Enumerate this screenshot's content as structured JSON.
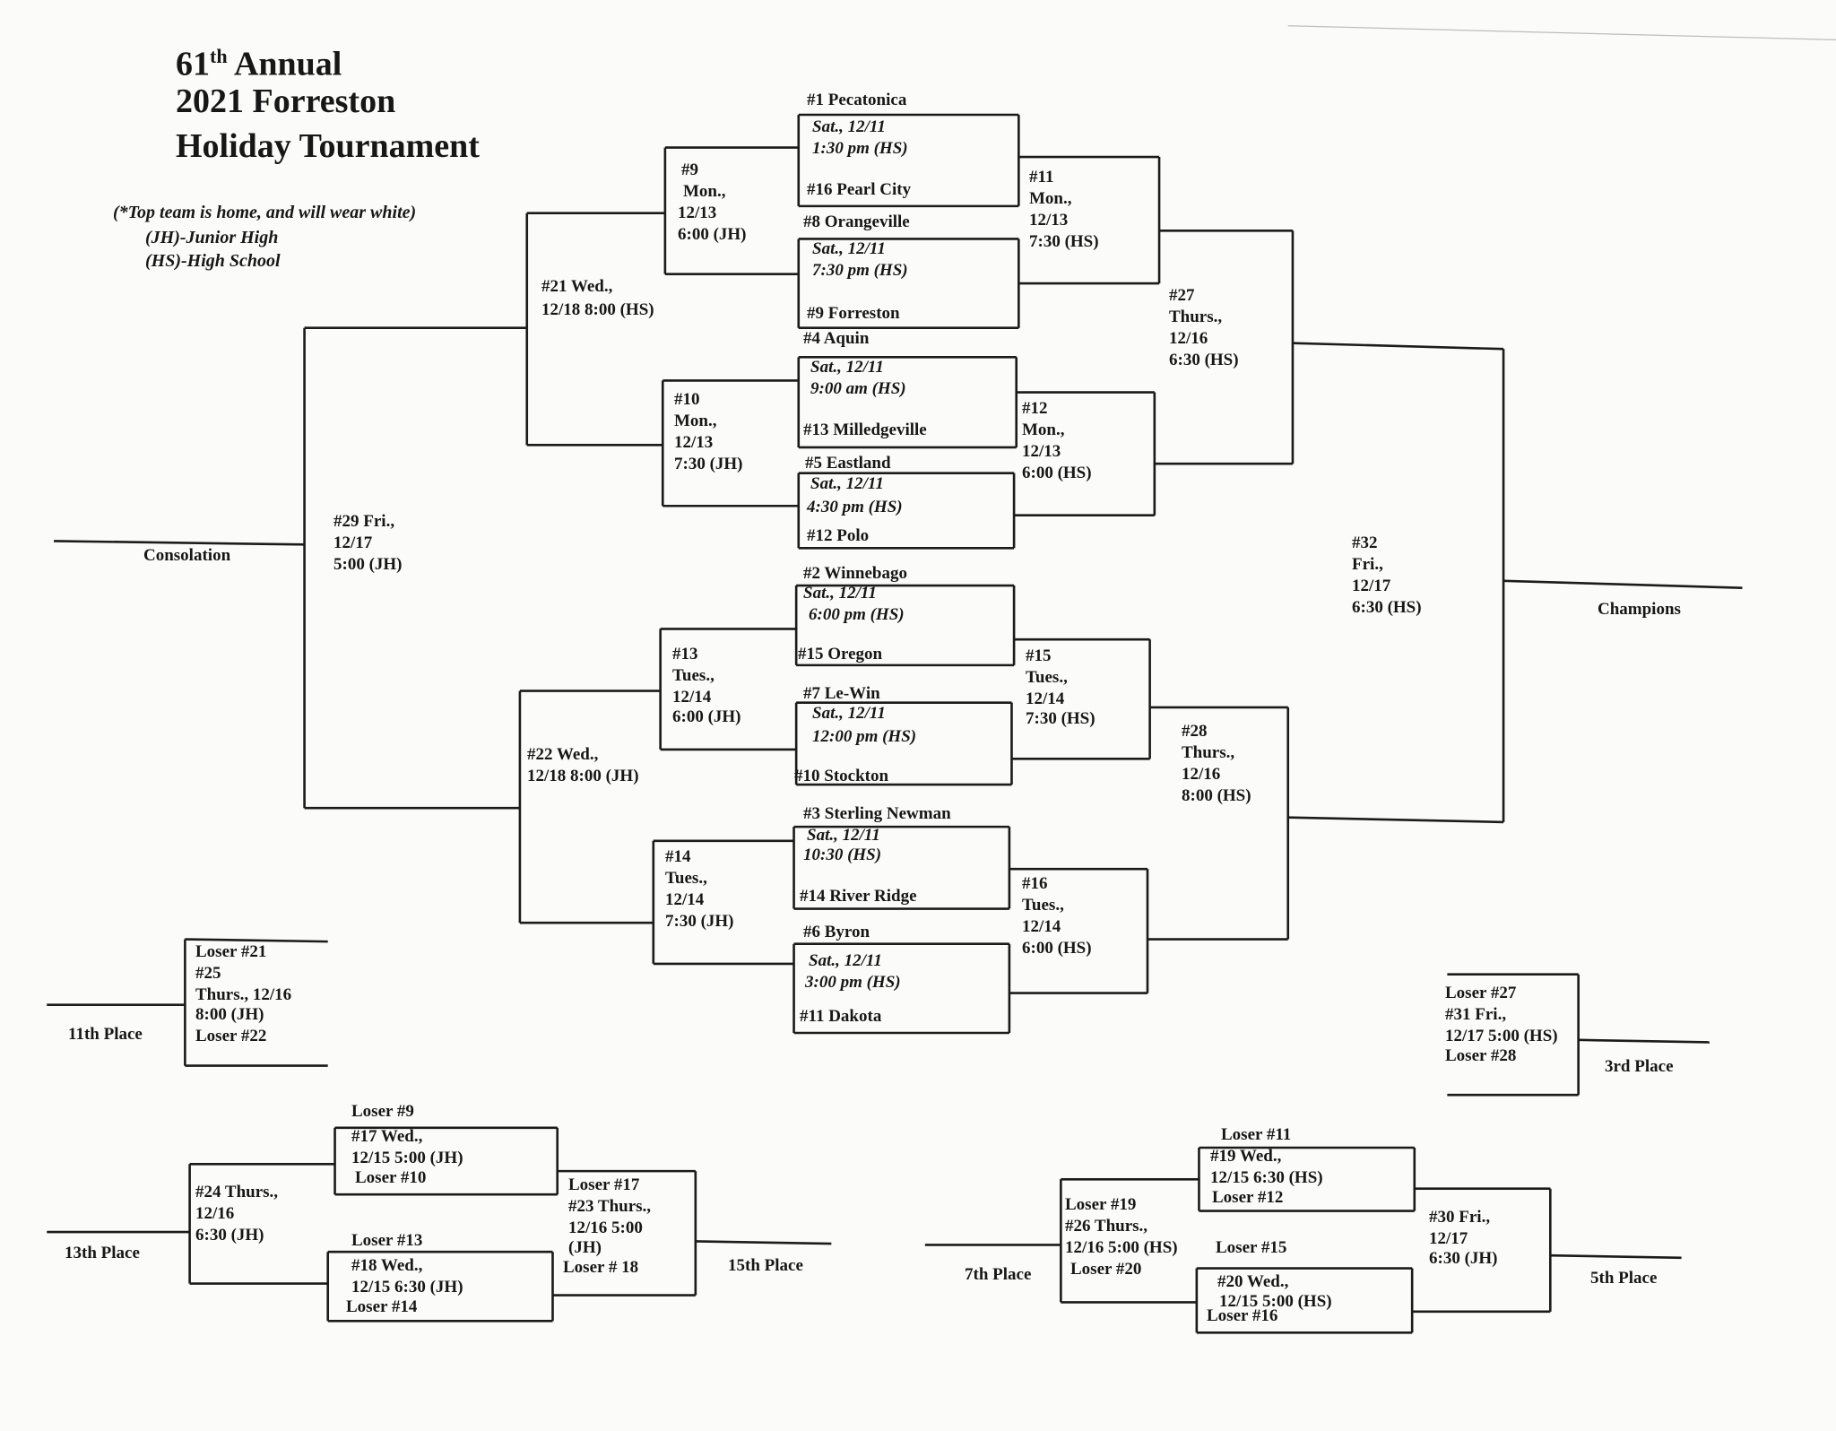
{
  "header": {
    "title_line1": "61",
    "title_sup": "th",
    "title_line1_rest": " Annual",
    "title_line2": "2021 Forreston",
    "title_line3": "Holiday Tournament",
    "note_line1": "(*Top team is home, and will wear white)",
    "note_line2": "(JH)-Junior High",
    "note_line3": "(HS)-High School"
  },
  "round1": [
    {
      "top": "#1 Pecatonica",
      "date": "Sat., 12/11",
      "time": "1:30 pm (HS)",
      "bottom": "#16 Pearl City"
    },
    {
      "top": "#8 Orangeville",
      "date": "Sat., 12/11",
      "time": "7:30 pm (HS)",
      "bottom": "#9 Forreston"
    },
    {
      "top": "#4 Aquin",
      "date": "Sat., 12/11",
      "time": "9:00 am (HS)",
      "bottom": "#13 Milledgeville"
    },
    {
      "top": "#5 Eastland",
      "date": "Sat., 12/11",
      "time": "4:30 pm (HS)",
      "bottom": "#12 Polo"
    },
    {
      "top": "#2 Winnebago",
      "date": "Sat., 12/11",
      "time": "6:00 pm (HS)",
      "bottom": "#15 Oregon"
    },
    {
      "top": "#7 Le-Win",
      "date": "Sat., 12/11",
      "time": "12:00 pm (HS)",
      "bottom": "#10 Stockton"
    },
    {
      "top": "#3 Sterling Newman",
      "date": "Sat., 12/11",
      "time": "10:30 (HS)",
      "bottom": "#14 River Ridge"
    },
    {
      "top": "#6 Byron",
      "date": "Sat., 12/11",
      "time": "3:00 pm (HS)",
      "bottom": "#11 Dakota"
    }
  ],
  "games": {
    "g9": [
      "#9",
      "Mon.,",
      "12/13",
      "6:00 (JH)"
    ],
    "g10": [
      "#10",
      "Mon.,",
      "12/13",
      "7:30 (JH)"
    ],
    "g13": [
      "#13",
      "Tues.,",
      "12/14",
      "6:00 (JH)"
    ],
    "g14": [
      "#14",
      "Tues.,",
      "12/14",
      "7:30 (JH)"
    ],
    "g11": [
      "#11",
      "Mon.,",
      "12/13",
      "7:30 (HS)"
    ],
    "g12": [
      "#12",
      "Mon.,",
      "12/13",
      "6:00 (HS)"
    ],
    "g15": [
      "#15",
      "Tues.,",
      "12/14",
      "7:30 (HS)"
    ],
    "g16": [
      "#16",
      "Tues.,",
      "12/14",
      "6:00 (HS)"
    ],
    "g21": [
      "#21 Wed.,",
      "12/18 8:00 (HS)"
    ],
    "g22": [
      "#22 Wed.,",
      "12/18 8:00 (JH)"
    ],
    "g27": [
      "#27",
      "Thurs.,",
      "12/16",
      "6:30 (HS)"
    ],
    "g28": [
      "#28",
      "Thurs.,",
      "12/16",
      "8:00 (HS)"
    ],
    "g29": [
      "#29 Fri.,",
      "12/17",
      "5:00 (JH)"
    ],
    "g32": [
      "#32",
      "Fri.,",
      "12/17",
      "6:30 (HS)"
    ],
    "g25": [
      "Loser #21",
      "#25",
      "Thurs., 12/16",
      "8:00 (JH)",
      "Loser #22"
    ],
    "g31": [
      "Loser #27",
      "#31 Fri.,",
      "12/17   5:00 (HS)",
      "Loser #28"
    ],
    "g17": [
      "#17 Wed.,",
      "12/15 5:00 (JH)",
      "Loser #10"
    ],
    "g17_top": "Loser #9",
    "g18": [
      "#18 Wed.,",
      "12/15 6:30 (JH)",
      "Loser #14"
    ],
    "g18_top": "Loser #13",
    "g24": [
      "#24 Thurs.,",
      "12/16",
      "6:30 (JH)"
    ],
    "g23": [
      "Loser #17",
      "#23 Thurs.,",
      "12/16 5:00",
      "(JH)",
      "Loser # 18"
    ],
    "g19": [
      "#19 Wed.,",
      "12/15 6:30 (HS)",
      "Loser #12"
    ],
    "g19_top": "Loser #11",
    "g20": [
      "#20 Wed.,",
      "12/15 5:00 (HS)",
      "Loser #16"
    ],
    "g20_top": "Loser #15",
    "g26": [
      "Loser #19",
      "#26 Thurs.,",
      "12/16 5:00 (HS)",
      "Loser #20"
    ],
    "g30": [
      "#30  Fri.,",
      "12/17",
      "6:30 (JH)"
    ]
  },
  "places": {
    "consolation": "Consolation",
    "champions": "Champions",
    "eleventh": "11th Place",
    "third": "3rd Place",
    "thirteenth": "13th Place",
    "fifteenth": "15th Place",
    "seventh": "7th Place",
    "fifth": "5th Place"
  }
}
